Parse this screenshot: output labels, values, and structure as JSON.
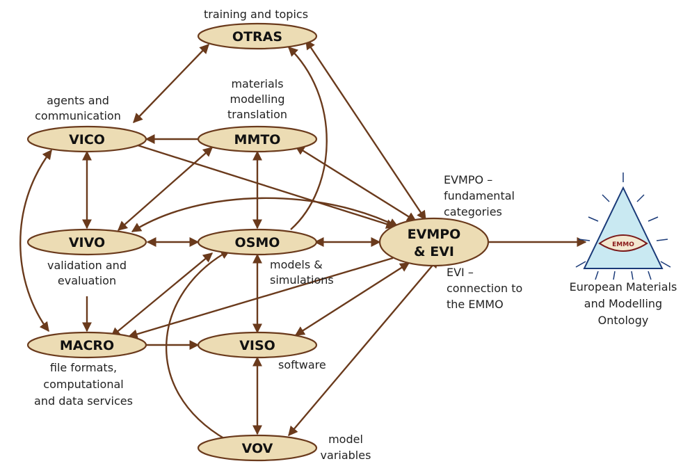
{
  "colors": {
    "node_fill": "#ecdcb4",
    "node_stroke": "#6a3a1c",
    "arrow": "#6a3a1c",
    "logo_fill": "#c9e9f2",
    "logo_stroke": "#1a3a78"
  },
  "nodes": {
    "otras": "OTRAS",
    "vico": "VICO",
    "mmto": "MMTO",
    "vivo": "VIVO",
    "osmo": "OSMO",
    "evmpo_line1": "EVMPO",
    "evmpo_line2": "& EVI",
    "macro": "MACRO",
    "viso": "VISO",
    "vov": "VOV"
  },
  "descriptions": {
    "otras": "training and topics",
    "vico": [
      "agents and",
      "communication"
    ],
    "mmto": [
      "materials",
      "modelling",
      "translation"
    ],
    "vivo": [
      "validation and",
      "evaluation"
    ],
    "osmo": [
      "models &",
      "simulations"
    ],
    "evmpo": [
      "EVMPO –",
      "fundamental",
      "categories"
    ],
    "evi": [
      "EVI –",
      "connection to",
      "the EMMO"
    ],
    "macro": [
      "file formats,",
      "computational",
      "and data services"
    ],
    "viso": "software",
    "vov": [
      "model",
      "variables"
    ]
  },
  "emmo": {
    "logo_text": "EMMO",
    "caption": [
      "European Materials",
      "and Modelling",
      "Ontology"
    ]
  }
}
